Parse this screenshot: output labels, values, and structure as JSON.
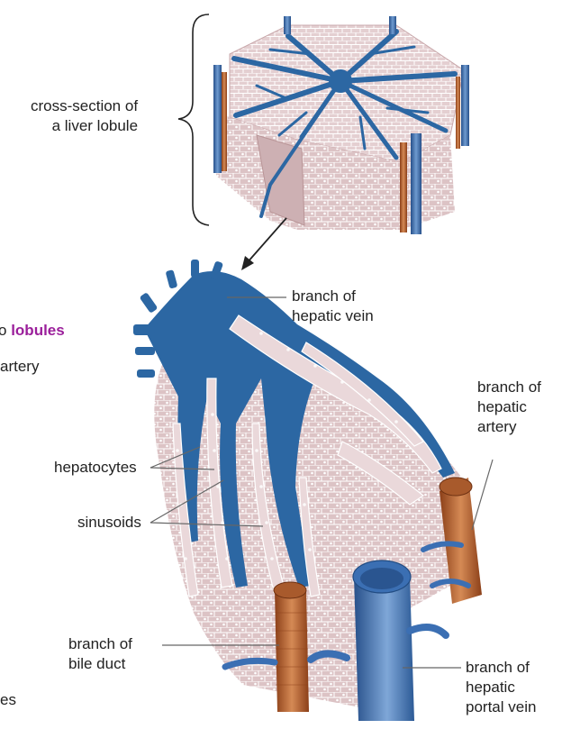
{
  "labels": {
    "cross_section": [
      "cross-section of",
      "a liver lobule"
    ],
    "hepatic_vein": [
      "branch of",
      "hepatic vein"
    ],
    "hepatic_artery": [
      "branch of",
      "hepatic",
      "artery"
    ],
    "hepatocytes": "hepatocytes",
    "sinusoids": "sinusoids",
    "bile_duct": [
      "branch of",
      "bile duct"
    ],
    "portal_vein": [
      "branch of",
      "hepatic",
      "portal vein"
    ]
  },
  "cropped_left_text": {
    "line1_prefix": "o",
    "line1_highlight": "lobules",
    "line2": "artery",
    "line3": "es"
  },
  "colors": {
    "vein_blue": "#2c67a3",
    "tissue_pink": "#dcc3c5",
    "cell_outline": "#ffffff",
    "artery_copper": "#b5652f",
    "portal_blue": "#3b6fb3",
    "highlight_purple": "#9b1f9b"
  }
}
